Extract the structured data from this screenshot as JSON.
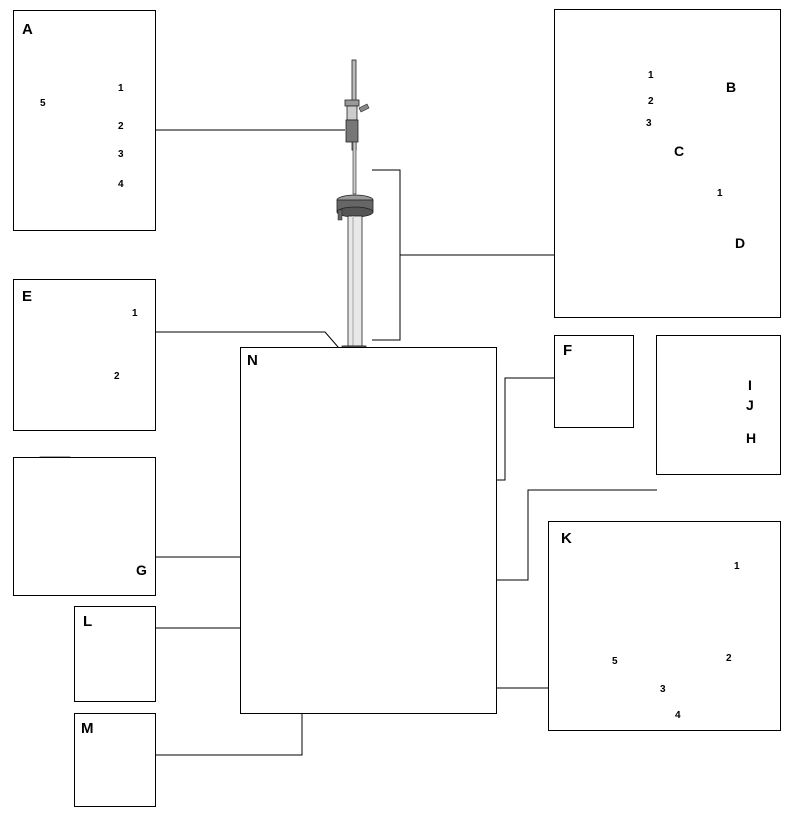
{
  "panels": {
    "A": {
      "label": "A",
      "parts": [
        "1",
        "2",
        "3",
        "4",
        "5"
      ]
    },
    "C": {
      "label": "C",
      "parts": [
        "1",
        "2",
        "3"
      ]
    },
    "B": {
      "label": "B"
    },
    "D": {
      "label": "D",
      "parts": [
        "1"
      ]
    },
    "E": {
      "label": "E",
      "parts": [
        "1",
        "2"
      ]
    },
    "F": {
      "label": "F"
    },
    "G": {
      "label": "G"
    },
    "H": {
      "label": "H"
    },
    "I": {
      "label": "I"
    },
    "J": {
      "label": "J"
    },
    "K": {
      "label": "K",
      "parts": [
        "1",
        "2",
        "3",
        "4",
        "5"
      ]
    },
    "L": {
      "label": "L"
    },
    "M": {
      "label": "M"
    },
    "N": {
      "label": "N"
    }
  }
}
